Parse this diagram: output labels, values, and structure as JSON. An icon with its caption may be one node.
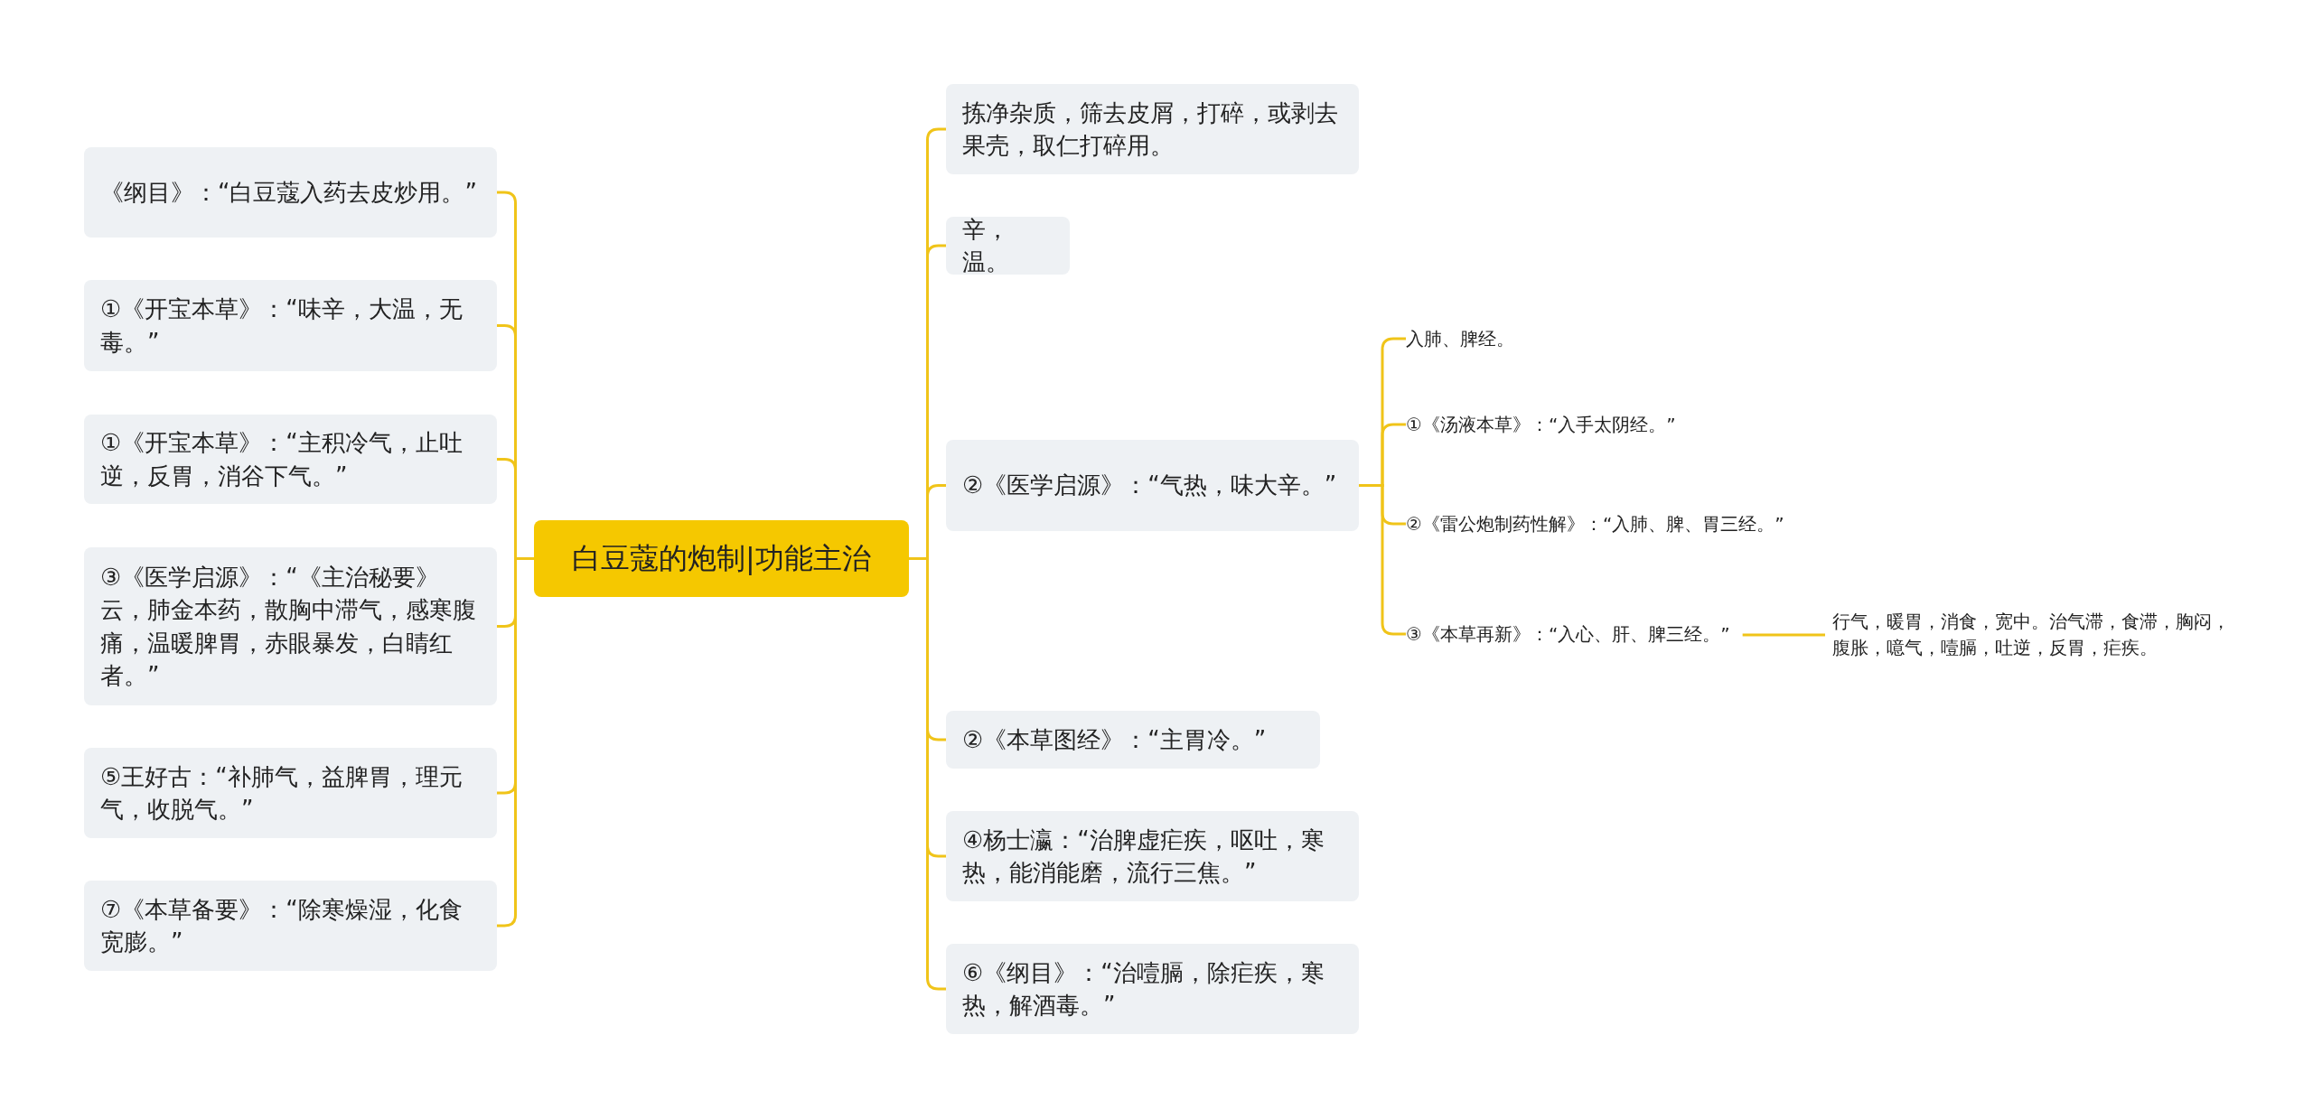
{
  "diagram": {
    "nodes": [
      {
        "text": [
          "白豆蔻的炮制|功能主治"
        ]
      },
      {
        "text": [
          "《纲目》：“白豆蔻入药去皮炒用。”"
        ]
      },
      {
        "text": [
          "①《开宝本草》：“味辛，大温，无毒。”"
        ]
      },
      {
        "text": [
          "①《开宝本草》：“主积冷气，止吐逆，反胃，消谷下气。”"
        ]
      },
      {
        "text": [
          "③《医学启源》：“《主治秘要》云，肺金本药，散胸中滞气，感寒腹痛，温暖脾胃，赤眼暴发，白睛红者。”"
        ]
      },
      {
        "text": [
          "⑤王好古：“补肺气，益脾胃，理元气，收脱气。”"
        ]
      },
      {
        "text": [
          "⑦《本草备要》：“除寒燥湿，化食宽膨。”"
        ]
      },
      {
        "text": [
          "拣净杂质，筛去皮屑，打碎，或剥去果壳，取仁打碎用。"
        ]
      },
      {
        "text": [
          "辛，温。"
        ]
      },
      {
        "text": [
          "②《医学启源》：“气热，味大辛。”"
        ]
      },
      {
        "text": [
          "②《本草图经》：“主胃冷。”"
        ]
      },
      {
        "text": [
          "④杨士瀛：“治脾虚疟疾，呕吐，寒热，能消能磨，流行三焦。”"
        ]
      },
      {
        "text": [
          "⑥《纲目》：“治噎膈，除疟疾，寒热，解酒毒。”"
        ]
      },
      {
        "text": [
          "入肺、脾经。"
        ]
      },
      {
        "text": [
          "①《汤液本草》：“入手太阴经。”"
        ]
      },
      {
        "text": [
          "②《雷公炮制药性解》：“入肺、脾、胃三经。”"
        ]
      },
      {
        "text": [
          "③《本草再新》：“入心、肝、脾三经。”"
        ]
      },
      {
        "text": [
          "行气，暖胃，消食，宽中。治气滞，食滞，胸闷，腹胀，噫气，噎膈，吐逆，反胃，疟疾。"
        ]
      }
    ],
    "edges": [
      {
        "from": 0,
        "to": 1,
        "arrow": "none"
      },
      {
        "from": 0,
        "to": 2,
        "arrow": "none"
      },
      {
        "from": 0,
        "to": 3,
        "arrow": "none"
      },
      {
        "from": 0,
        "to": 4,
        "arrow": "none"
      },
      {
        "from": 0,
        "to": 5,
        "arrow": "none"
      },
      {
        "from": 0,
        "to": 6,
        "arrow": "none"
      },
      {
        "from": 0,
        "to": 7,
        "arrow": "none"
      },
      {
        "from": 0,
        "to": 8,
        "arrow": "none"
      },
      {
        "from": 0,
        "to": 9,
        "arrow": "none"
      },
      {
        "from": 0,
        "to": 10,
        "arrow": "none"
      },
      {
        "from": 0,
        "to": 11,
        "arrow": "none"
      },
      {
        "from": 0,
        "to": 12,
        "arrow": "none"
      },
      {
        "from": 9,
        "to": 13,
        "arrow": "none"
      },
      {
        "from": 9,
        "to": 14,
        "arrow": "none"
      },
      {
        "from": 9,
        "to": 15,
        "arrow": "none"
      },
      {
        "from": 9,
        "to": 16,
        "arrow": "none"
      },
      {
        "from": 16,
        "to": 17,
        "arrow": "none"
      }
    ]
  }
}
